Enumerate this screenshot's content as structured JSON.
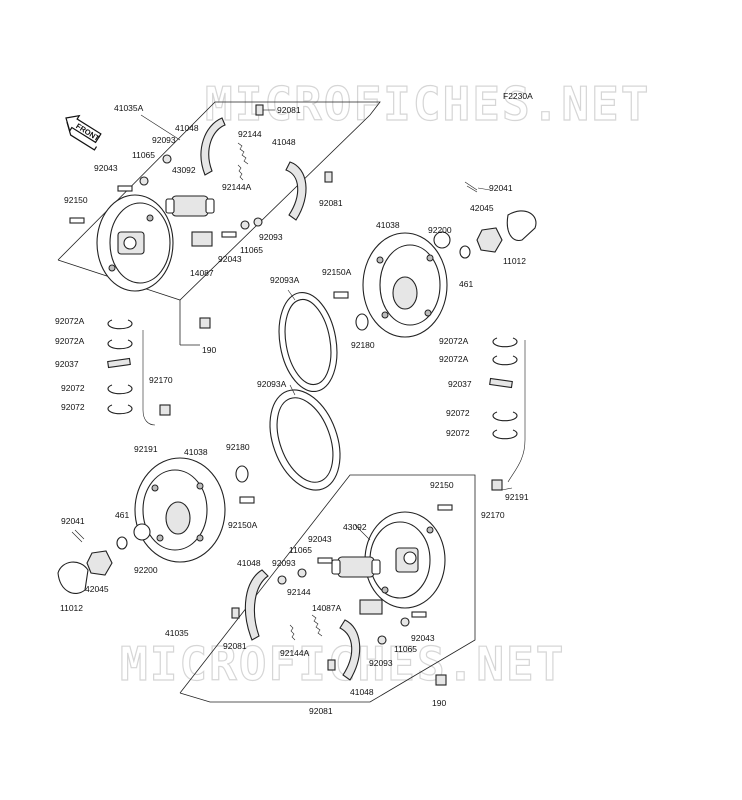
{
  "diagram_code": "F2230A",
  "front_label": "FRONT",
  "watermark_text": "MICROFICHES.NET",
  "labels": {
    "p41035A": "41035A",
    "p41048_a": "41048",
    "p92093_a": "92093",
    "p92081_a": "92081",
    "p92144_a": "92144",
    "p41048_b": "41048",
    "p11065_a": "11065",
    "p92043_a": "92043",
    "p43092_a": "43092",
    "p92144A_a": "92144A",
    "p92081_b": "92081",
    "p92150_a": "92150",
    "p14087_a": "14087",
    "p92043_b": "92043",
    "p11065_b": "11065",
    "p92093_b": "92093",
    "p92041_a": "92041",
    "p42045_a": "42045",
    "p41038_a": "41038",
    "p92200_a": "92200",
    "p11012_a": "11012",
    "p461_a": "461",
    "p92093A_a": "92093A",
    "p92150A_a": "92150A",
    "p92180_a": "92180",
    "p92072A_1": "92072A",
    "p92072A_2": "92072A",
    "p92037_a": "92037",
    "p92072_1": "92072",
    "p92072_2": "92072",
    "p190_a": "190",
    "p92170_a": "92170",
    "p92093A_b": "92093A",
    "p92191_a": "92191",
    "p92072A_3": "92072A",
    "p92072A_4": "92072A",
    "p92037_b": "92037",
    "p92072_3": "92072",
    "p92072_4": "92072",
    "p41038_b": "41038",
    "p92180_b": "92180",
    "p92150A_b": "92150A",
    "p92041_b": "92041",
    "p461_b": "461",
    "p92200_b": "92200",
    "p42045_b": "42045",
    "p11012_b": "11012",
    "p92150_b": "92150",
    "p92170_b": "92170",
    "p92191_b": "92191",
    "p43092_b": "43092",
    "p92043_c": "92043",
    "p11065_c": "11065",
    "p41048_c": "41048",
    "p92093_c": "92093",
    "p14087A_a": "14087A",
    "p92144_b": "92144",
    "p41035_a": "41035",
    "p92043_d": "92043",
    "p92081_c": "92081",
    "p92144A_b": "92144A",
    "p92093_d": "92093",
    "p11065_d": "11065",
    "p41048_d": "41048",
    "p92081_d": "92081",
    "p190_b": "190"
  }
}
